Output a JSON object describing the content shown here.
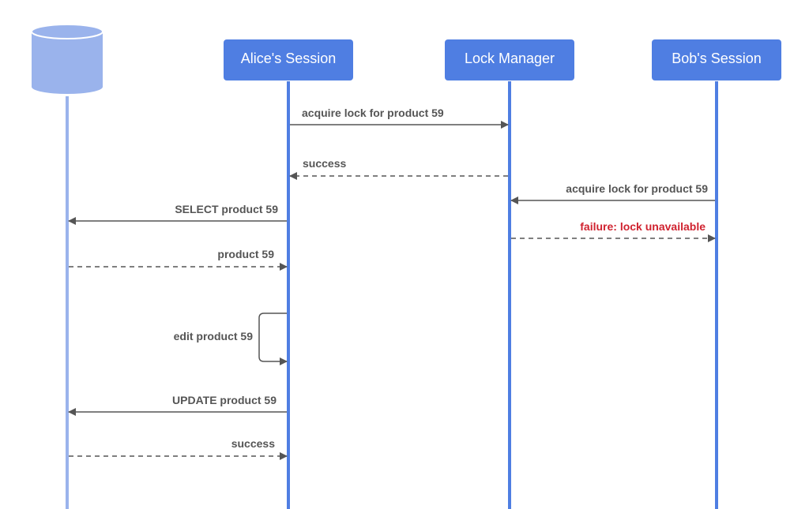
{
  "participants": [
    {
      "id": "database",
      "label": ""
    },
    {
      "id": "alice",
      "label": "Alice's Session"
    },
    {
      "id": "lock_manager",
      "label": "Lock Manager"
    },
    {
      "id": "bob",
      "label": "Bob's Session"
    }
  ],
  "messages": [
    {
      "id": "m1",
      "from": "alice",
      "to": "lock_manager",
      "label": "acquire lock for product 59",
      "style": "solid"
    },
    {
      "id": "m2",
      "from": "lock_manager",
      "to": "alice",
      "label": "success",
      "style": "dashed"
    },
    {
      "id": "m3",
      "from": "bob",
      "to": "lock_manager",
      "label": "acquire lock for product 59",
      "style": "solid"
    },
    {
      "id": "m4",
      "from": "alice",
      "to": "database",
      "label": "SELECT product 59",
      "style": "solid"
    },
    {
      "id": "m5",
      "from": "lock_manager",
      "to": "bob",
      "label": "failure: lock unavailable",
      "style": "dashed"
    },
    {
      "id": "m6",
      "from": "database",
      "to": "alice",
      "label": "product 59",
      "style": "dashed"
    },
    {
      "id": "m7",
      "from": "alice",
      "to": "alice",
      "label": "edit product 59",
      "style": "self"
    },
    {
      "id": "m8",
      "from": "alice",
      "to": "database",
      "label": "UPDATE product 59",
      "style": "solid"
    },
    {
      "id": "m9",
      "from": "database",
      "to": "alice",
      "label": "success",
      "style": "dashed"
    }
  ],
  "colors": {
    "actor_box": "#4f7ee2",
    "database": "#9ab3ec",
    "database_lifeline": "#9ab3ec",
    "lifeline": "#4f7ee2",
    "arrow": "#555555",
    "failure_text": "#d0222f"
  }
}
